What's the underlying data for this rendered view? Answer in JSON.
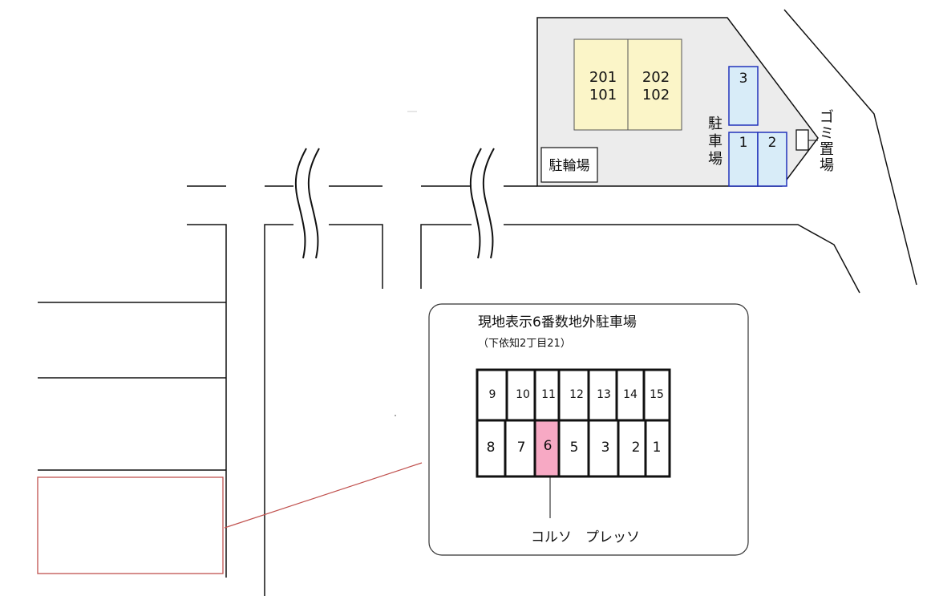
{
  "building": {
    "units_upper": [
      "201",
      "202"
    ],
    "units_lower": [
      "101",
      "102"
    ]
  },
  "bicycle_parking_label": "駐輪場",
  "onsite_parking": {
    "label": "駐車場",
    "spaces": [
      "1",
      "2",
      "3"
    ]
  },
  "garbage_label": "ゴミ置場",
  "offsite_parking": {
    "title": "現地表示6番数地外駐車場",
    "subtitle": "（下依知2丁目21）",
    "top_row": [
      "9",
      "10",
      "11",
      "12",
      "13",
      "14",
      "15"
    ],
    "bottom_row": [
      "8",
      "7",
      "6",
      "5",
      "3",
      "2",
      "1"
    ],
    "highlighted_space": "6",
    "property_name": "コルソ　プレッソ"
  },
  "colors": {
    "building_fill": "#fbf5c8",
    "lot_fill": "#ececec",
    "parking_fill": "#d8ecf8",
    "parking_border": "#2233bb",
    "highlight_fill": "#f7a9c4",
    "callout_line": "#c0504d"
  }
}
